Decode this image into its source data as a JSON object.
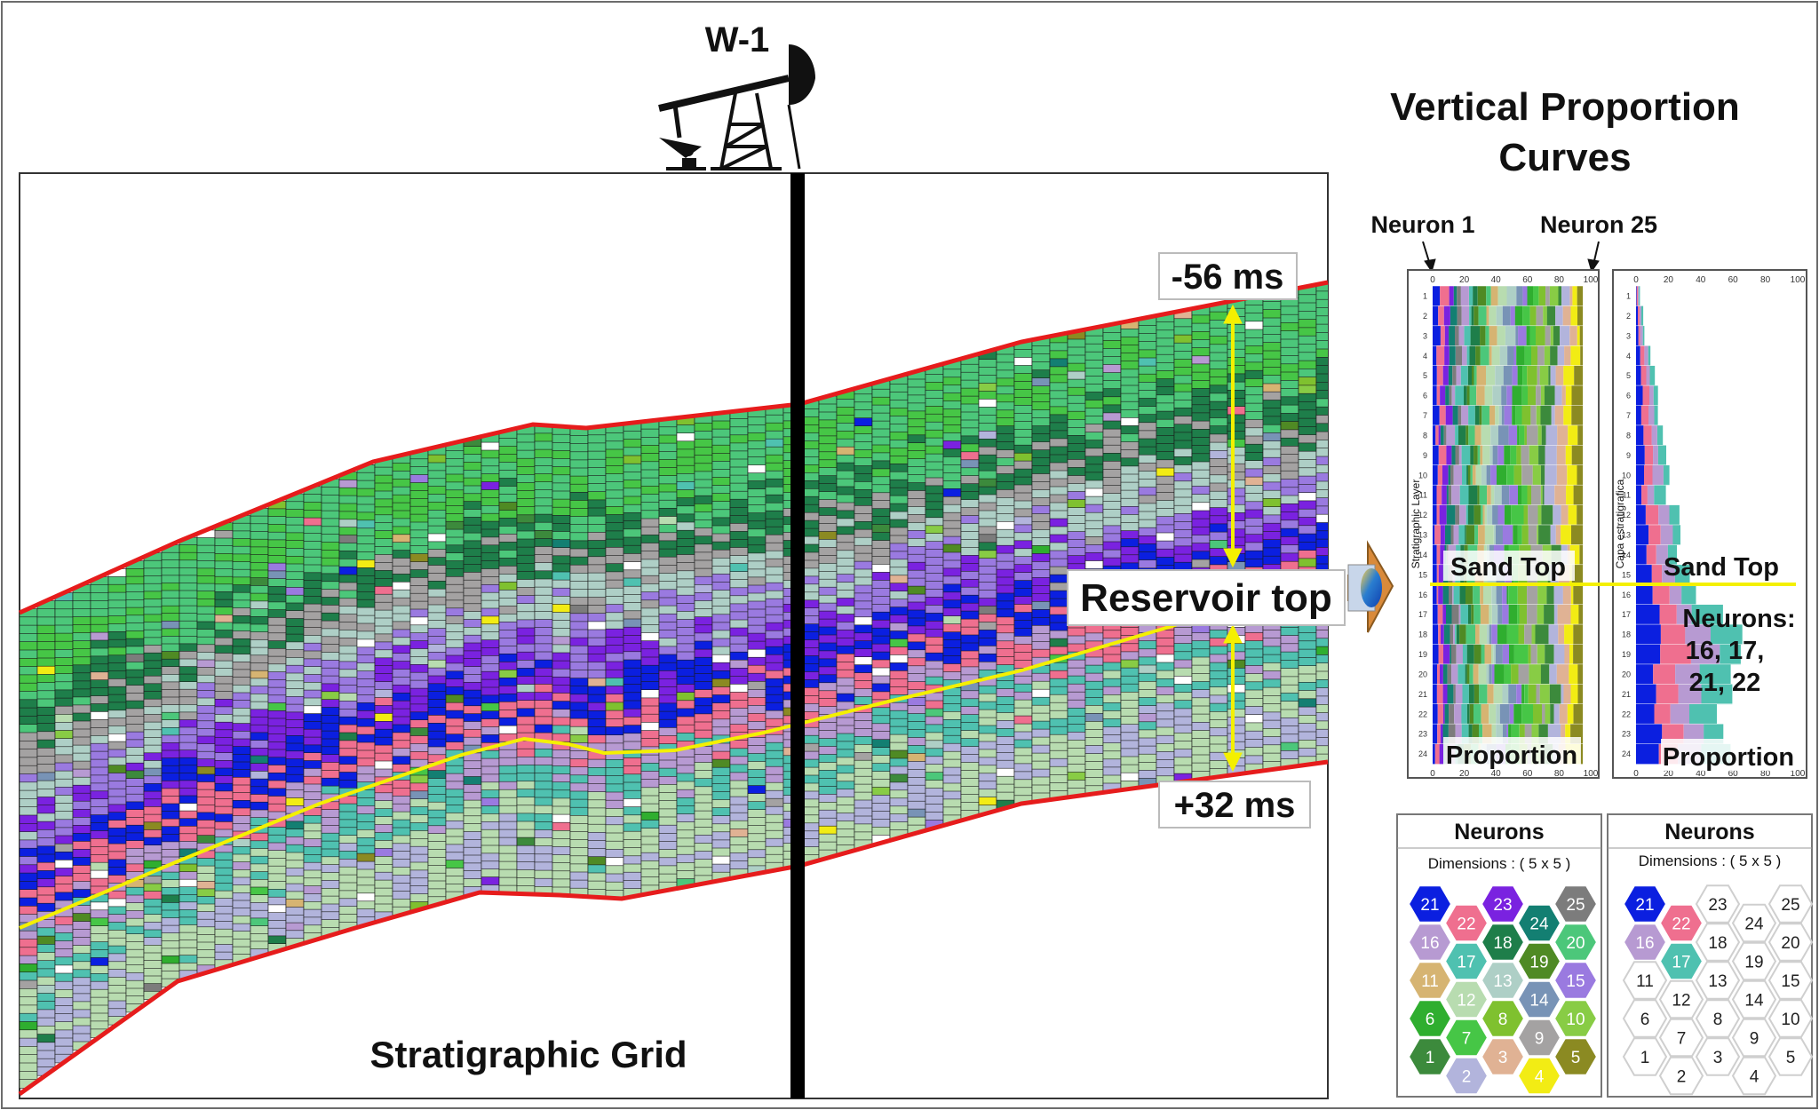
{
  "well": {
    "name": "W-1"
  },
  "grid": {
    "title": "Stratigraphic Grid",
    "top_offset": "-56 ms",
    "bottom_offset": "+32 ms",
    "reservoir_label": "Reservoir top"
  },
  "vpc": {
    "title_line1": "Vertical Proportion",
    "title_line2": "Curves",
    "neuron_first": "Neuron 1",
    "neuron_last": "Neuron 25",
    "left_panel": {
      "y_axis_label": "Stratigraphic Layer",
      "ticks": [
        "0",
        "20",
        "40",
        "60",
        "80",
        "100"
      ],
      "layers": [
        "1",
        "2",
        "3",
        "4",
        "5",
        "6",
        "7",
        "8",
        "9",
        "10",
        "11",
        "12",
        "13",
        "14",
        "15",
        "16",
        "17",
        "18",
        "19",
        "20",
        "21",
        "22",
        "23",
        "24"
      ],
      "sand_top": "Sand Top",
      "x_label": "Proportion"
    },
    "right_panel": {
      "y_axis_label": "Capa estratigrafica",
      "ticks": [
        "0",
        "20",
        "40",
        "60",
        "80",
        "100"
      ],
      "layers": [
        "1",
        "2",
        "3",
        "4",
        "5",
        "6",
        "7",
        "8",
        "9",
        "10",
        "11",
        "12",
        "13",
        "14",
        "15",
        "16",
        "17",
        "18",
        "19",
        "20",
        "21",
        "22",
        "23",
        "24"
      ],
      "sand_top": "Sand Top",
      "neurons_title": "Neurons:",
      "neurons_line1": "16, 17,",
      "neurons_line2": "21, 22",
      "x_label": "Proportion"
    }
  },
  "neuron_maps": [
    {
      "title": "Neurons",
      "dimensions": "Dimensions :  ( 5 x 5 )",
      "cells": [
        {
          "n": "21",
          "color": "#0b1fe0"
        },
        {
          "n": "22",
          "color": "#ef6f8f"
        },
        {
          "n": "23",
          "color": "#7a22e0"
        },
        {
          "n": "24",
          "color": "#137f72"
        },
        {
          "n": "25",
          "color": "#7c7c7c"
        },
        {
          "n": "16",
          "color": "#b79ad2"
        },
        {
          "n": "17",
          "color": "#4fc1b0"
        },
        {
          "n": "18",
          "color": "#1e7e4a"
        },
        {
          "n": "19",
          "color": "#4f8a24"
        },
        {
          "n": "20",
          "color": "#4cc77a"
        },
        {
          "n": "11",
          "color": "#d6b472"
        },
        {
          "n": "12",
          "color": "#b8dcb0"
        },
        {
          "n": "13",
          "color": "#aecfc6"
        },
        {
          "n": "14",
          "color": "#7893b6"
        },
        {
          "n": "15",
          "color": "#9a7ae0"
        },
        {
          "n": "6",
          "color": "#2fae2f"
        },
        {
          "n": "7",
          "color": "#46c646"
        },
        {
          "n": "8",
          "color": "#7fc12f"
        },
        {
          "n": "9",
          "color": "#a4a2a2"
        },
        {
          "n": "10",
          "color": "#88cc45"
        },
        {
          "n": "1",
          "color": "#3c8a3c"
        },
        {
          "n": "2",
          "color": "#b2b4dc"
        },
        {
          "n": "3",
          "color": "#e0b294"
        },
        {
          "n": "4",
          "color": "#f2ec14"
        },
        {
          "n": "5",
          "color": "#8b8a22"
        }
      ]
    },
    {
      "title": "Neurons",
      "dimensions": "Dimensions :  ( 5 x 5 )",
      "cells": [
        {
          "n": "21",
          "color": "#0b1fe0"
        },
        {
          "n": "22",
          "color": "#ef6f8f"
        },
        {
          "n": "23",
          "color": "#ffffff"
        },
        {
          "n": "24",
          "color": "#ffffff"
        },
        {
          "n": "25",
          "color": "#ffffff"
        },
        {
          "n": "16",
          "color": "#b79ad2"
        },
        {
          "n": "17",
          "color": "#4fc1b0"
        },
        {
          "n": "18",
          "color": "#ffffff"
        },
        {
          "n": "19",
          "color": "#ffffff"
        },
        {
          "n": "20",
          "color": "#ffffff"
        },
        {
          "n": "11",
          "color": "#ffffff"
        },
        {
          "n": "12",
          "color": "#ffffff"
        },
        {
          "n": "13",
          "color": "#ffffff"
        },
        {
          "n": "14",
          "color": "#ffffff"
        },
        {
          "n": "15",
          "color": "#ffffff"
        },
        {
          "n": "6",
          "color": "#ffffff"
        },
        {
          "n": "7",
          "color": "#ffffff"
        },
        {
          "n": "8",
          "color": "#ffffff"
        },
        {
          "n": "9",
          "color": "#ffffff"
        },
        {
          "n": "10",
          "color": "#ffffff"
        },
        {
          "n": "1",
          "color": "#ffffff"
        },
        {
          "n": "2",
          "color": "#ffffff"
        },
        {
          "n": "3",
          "color": "#ffffff"
        },
        {
          "n": "4",
          "color": "#ffffff"
        },
        {
          "n": "5",
          "color": "#ffffff"
        }
      ]
    }
  ],
  "colors": {
    "boundary": "#e61c1c",
    "marker": "#f4f000",
    "well": "#000000"
  }
}
